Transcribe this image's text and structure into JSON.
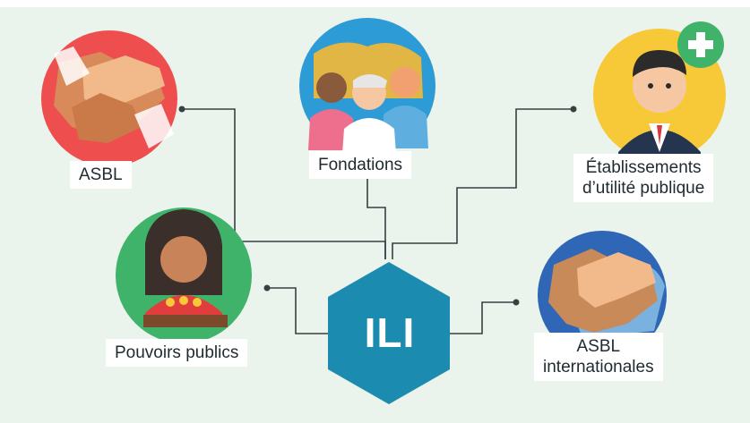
{
  "center": {
    "label": "ILI"
  },
  "nodes": {
    "asbl": {
      "label": "ASBL",
      "icon": "handshake-icon"
    },
    "fondations": {
      "label": "Fondations",
      "icon": "people-group-icon"
    },
    "etablissements": {
      "line1": "Établissements",
      "line2": "d’utilité publique",
      "icon": "businessman-with-cross-icon"
    },
    "pouvoirs": {
      "label": "Pouvoirs publics",
      "icon": "official-at-podium-icon"
    },
    "asbl_int": {
      "line1": "ASBL",
      "line2": "internationales",
      "icon": "handshake-globe-icon"
    }
  },
  "colors": {
    "hexagon": "#1b8bb0",
    "asbl_bg": "#ef4e4e",
    "fondations_bg": "#2c9bd6",
    "etablissements_bg": "#f7c938",
    "pouvoirs_bg": "#3fb36a",
    "asbl_int_bg": "#2f66b5",
    "connector": "#3a3f44"
  }
}
